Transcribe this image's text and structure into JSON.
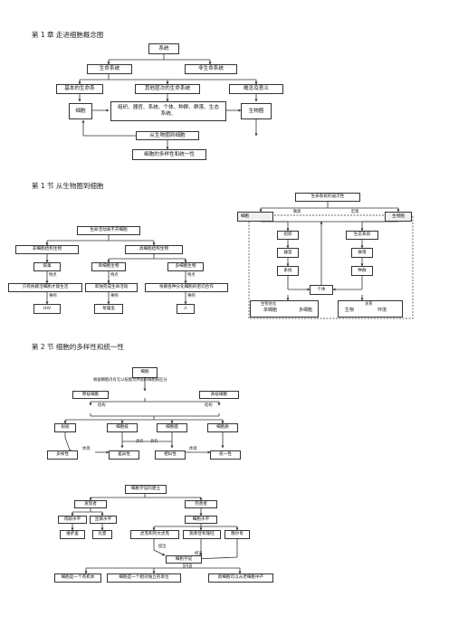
{
  "ch1": {
    "heading": "第 1 章    走进细胞概念图",
    "system": "系统",
    "living_system": "生命系统",
    "nonliving_system": "非生命系统",
    "basic": "基本的生命系",
    "levels": "其他层次的生命系统",
    "concept": "概念及意义",
    "cell": "细胞",
    "levels_detail": "组织、器官、系统、个体、种群、群落、生态系统、",
    "biosphere": "生物圈",
    "from_to": "从生物圈到细胞",
    "diversity": "细胞的多样性和统一性"
  },
  "s1": {
    "heading": "第 1 节    从生物圈到细胞",
    "life_levels": "生命系统的层次性",
    "cell": "细胞",
    "micro": "微观",
    "macro": "宏观",
    "biosphere": "生物圈",
    "tissue": "组织",
    "ecosystem": "生态系统",
    "organ": "器官",
    "community": "群落",
    "system": "系统",
    "population": "种群",
    "individual": "个体",
    "evolution": "生物进化",
    "unicell": "单细胞",
    "multicell": "多细胞",
    "relation": "关系",
    "organism": "生物",
    "environment": "环境",
    "root": "生命活动离不开细胞",
    "noncellular": "非细胞结构生物",
    "cellular": "具细胞结构生物",
    "virus": "病毒",
    "unicellular": "单细胞生物",
    "multicellular": "多细胞生物",
    "trait": "特点",
    "virus_trait": "只有依赖活细胞才能生活",
    "uni_trait": "单独完成生命活动",
    "multi_trait": "依赖各种分化细胞的密切合作",
    "example": "事例",
    "hiv": "HIV",
    "paramecium": "草履虫",
    "human": "人"
  },
  "s2": {
    "heading": "第 2 节    细胞的多样性和统一性",
    "cell": "细胞",
    "criterion": "根据细胞内有无以核膜为界限的细胞核区分",
    "prokaryote": "原核细胞",
    "eukaryote": "真核细胞",
    "structure": "结构",
    "nucleoid": "拟核",
    "nucleus": "细胞核",
    "membrane": "细胞膜",
    "cytoplasm": "细胞质",
    "shows": "体现",
    "has": "具有",
    "diversity": "多样性",
    "difference": "差异性",
    "similarity": "相似性",
    "unity": "统一性",
    "discovery": "细胞学说的建立",
    "discoverer": "发现者",
    "perfecter": "完善者",
    "naked_eye": "肉眼水平",
    "micro_level": "显微水平",
    "cell_level": "细胞水平",
    "vesalius": "维萨里",
    "bichat": "比夏",
    "hooke": "虎克和列文虎克",
    "schleiden": "施莱登和施旺",
    "virchow": "魏尔肖",
    "proposed": "提出",
    "revised": "修正",
    "theory": "细胞学说",
    "content": "内容",
    "t1": "细胞是一个有机体",
    "t2": "细胞是一个相对独立的单位",
    "t3": "新细胞可以从老细胞中产"
  }
}
